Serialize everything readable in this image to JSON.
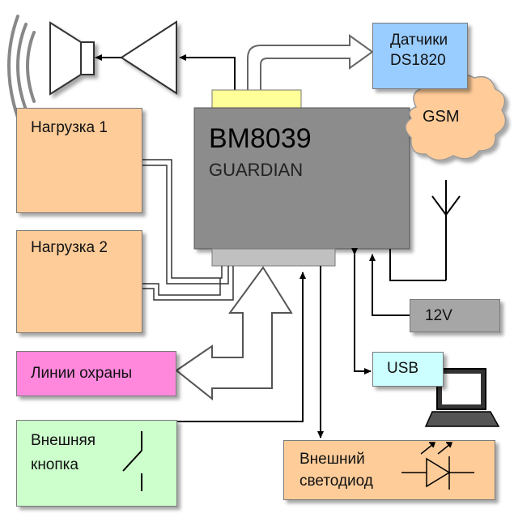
{
  "device": {
    "model": "BM8039",
    "name": "GUARDIAN"
  },
  "sensors": {
    "line1": "Датчики",
    "line2": "DS1820"
  },
  "gsm": {
    "label": "GSM"
  },
  "load1": {
    "label": "Нагрузка 1"
  },
  "load2": {
    "label": "Нагрузка 2"
  },
  "guard_lines": {
    "label": "Линии охраны"
  },
  "ext_button": {
    "line1": "Внешняя",
    "line2": "кнопка"
  },
  "ext_led": {
    "line1": "Внешний",
    "line2": "светодиод"
  },
  "power": {
    "label": "12V"
  },
  "usb": {
    "label": "USB"
  },
  "colors": {
    "device": "#8c8c8c",
    "sensors": "#99ccff",
    "load": "#fdcc99",
    "guard_lines": "#ff88dd",
    "ext_button": "#ccffcc",
    "ext_led": "#fdcc99",
    "power": "#a6a6a6",
    "usb": "#ccffff",
    "connector_top": "#ffff99",
    "connector_bottom": "#c0c0c0",
    "gsm_cloud": "#ffcc99"
  }
}
